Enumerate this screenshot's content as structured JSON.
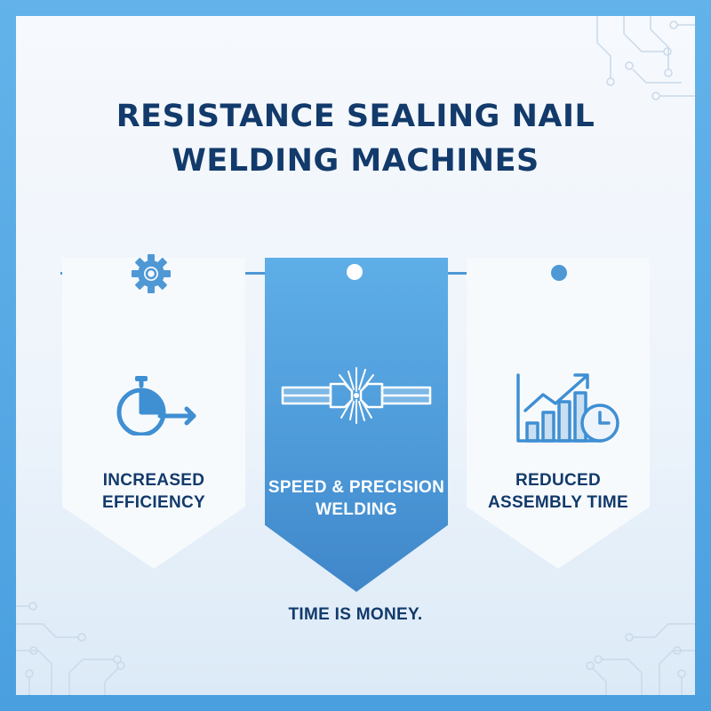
{
  "title": {
    "line1": "RESISTANCE SEALING NAIL",
    "line2": "WELDING MACHINES"
  },
  "cards": [
    {
      "line1": "INCREASED",
      "line2": "EFFICIENCY",
      "icon": "stopwatch-arrow-icon"
    },
    {
      "line1": "SPEED & PRECISION",
      "line2": "WELDING",
      "icon": "welding-spark-icon"
    },
    {
      "line1": "REDUCED",
      "line2": "ASSEMBLY TIME",
      "icon": "growth-chart-clock-icon"
    }
  ],
  "tagline": "TIME IS MONEY.",
  "colors": {
    "title": "#123a6b",
    "accent": "#4f98d6",
    "highlight_card": "#4d99d8",
    "border": "#5aaae6"
  }
}
